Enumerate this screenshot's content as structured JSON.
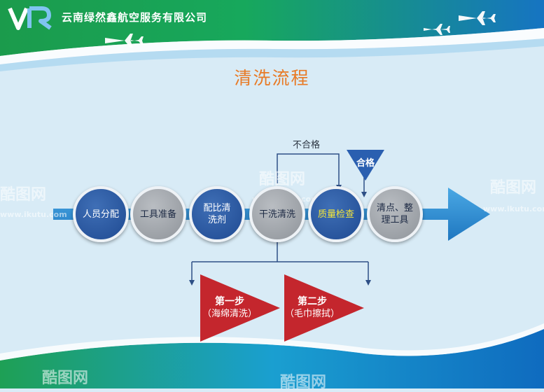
{
  "header": {
    "logo_text": "VR",
    "company_name": "云南绿然鑫航空服务有限公司"
  },
  "title": "清洗流程",
  "flow_nodes": [
    {
      "label": "人员分配",
      "style": "blue"
    },
    {
      "label": "工具准备",
      "style": "gray"
    },
    {
      "label": "配比清\n洗剂",
      "style": "blue"
    },
    {
      "label": "干洗清洗",
      "style": "gray"
    },
    {
      "label": "质量检查",
      "style": "blue-highlight"
    },
    {
      "label": "清点、整\n理工具",
      "style": "gray"
    }
  ],
  "feedback": {
    "reject_label": "不合格",
    "pass_label": "合格"
  },
  "steps": [
    {
      "title": "第一步",
      "detail": "（海绵清洗）"
    },
    {
      "title": "第二步",
      "detail": "（毛巾擦拭）"
    }
  ],
  "watermark": {
    "brand": "酷图网",
    "url": "www.ikutu.com"
  },
  "colors": {
    "header_green": "#1a9a4a",
    "flow_arrow": "#2f8fd1",
    "node_blue": "#24519c",
    "node_gray": "#a3a7ad",
    "step_red": "#c4262d",
    "title_orange": "#e87a25",
    "pass_triangle": "#2a5fb0"
  }
}
